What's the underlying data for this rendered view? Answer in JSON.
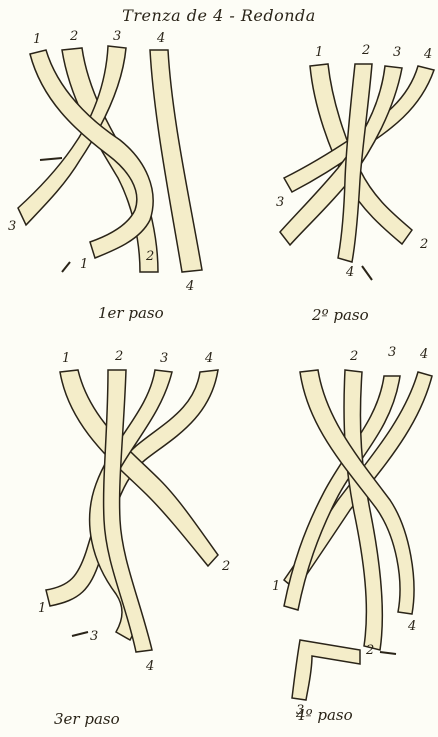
{
  "diagram": {
    "title": "Trenza de 4 - Redonda",
    "strand_color": "#f4edc9",
    "outline_color": "#2a2418",
    "panels": [
      {
        "caption": "1er paso",
        "labels": [
          "1",
          "2",
          "3",
          "4",
          "3",
          "1",
          "2",
          "4"
        ]
      },
      {
        "caption": "2º paso",
        "labels": [
          "1",
          "2",
          "3",
          "4",
          "3",
          "4",
          "2"
        ]
      },
      {
        "caption": "3er paso",
        "labels": [
          "1",
          "2",
          "3",
          "4",
          "2",
          "1",
          "3",
          "4"
        ]
      },
      {
        "caption": "4º paso",
        "labels": [
          "2",
          "3",
          "4",
          "1",
          "4",
          "2",
          "3"
        ]
      }
    ]
  }
}
